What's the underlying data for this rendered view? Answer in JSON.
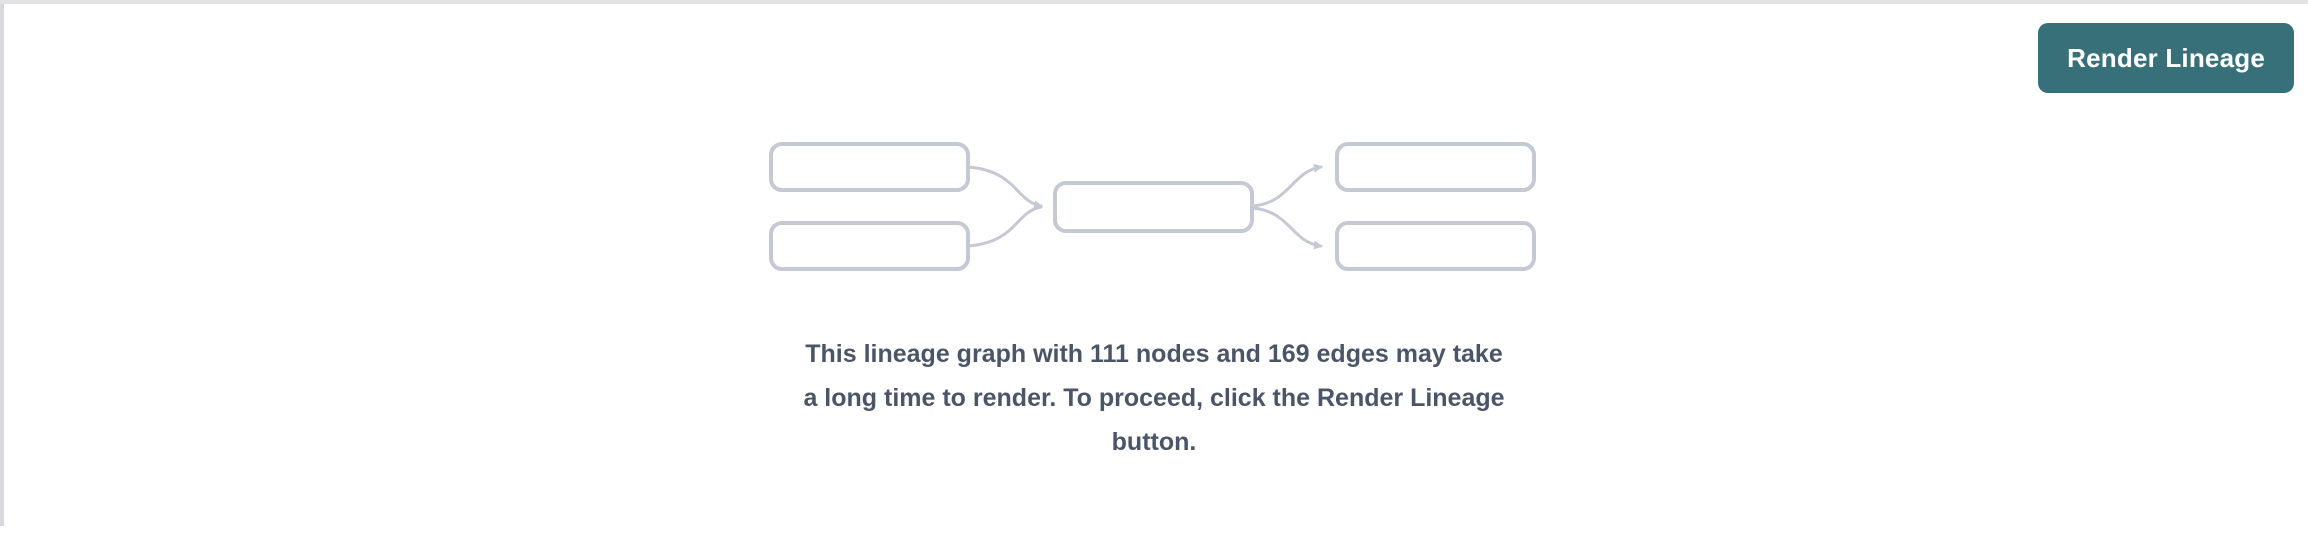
{
  "toolbar": {
    "render_lineage_button": "Render Lineage"
  },
  "empty_state": {
    "illustration": "lineage-graph-placeholder",
    "message_lines": [
      "This lineage graph with 111 nodes and 169 edges may take",
      "a long time to render. To proceed, click the Render Lineage",
      "button."
    ],
    "node_count": 111,
    "edge_count": 169
  },
  "colors": {
    "button_bg": "#38707a",
    "button_text": "#ffffff",
    "message_text": "#4a5568",
    "node_stroke": "#c4c9d4",
    "panel_border": "#e2e2e6"
  }
}
